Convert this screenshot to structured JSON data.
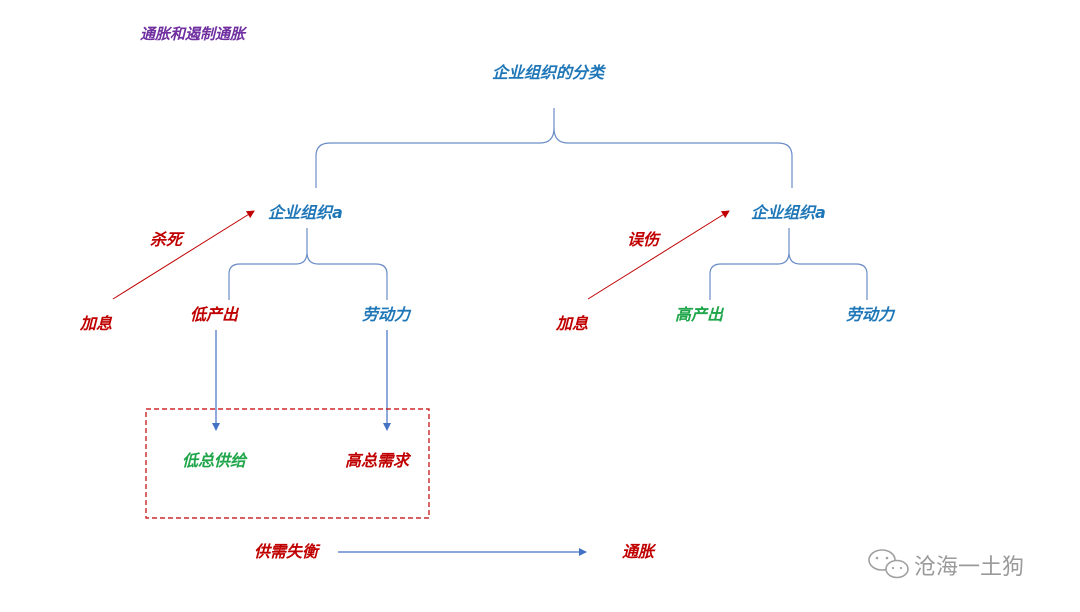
{
  "header": {
    "title": "通胀和遏制通胀"
  },
  "diagram": {
    "root": "企业组织的分类",
    "left": {
      "org": "企业组织a",
      "cause": "加息",
      "effect": "杀死",
      "branch_a": "低产出",
      "branch_b": "劳动力",
      "outcome_a": "低总供给",
      "outcome_b": "高总需求"
    },
    "right": {
      "org": "企业组织a",
      "cause": "加息",
      "effect": "误伤",
      "branch_a": "高产出",
      "branch_b": "劳动力"
    },
    "imbalance": "供需失衡",
    "result": "通胀"
  },
  "watermark": {
    "text": "沧海一土狗",
    "icon": "wechat-icon"
  },
  "colors": {
    "blue": "#1F77B8",
    "red": "#C00000",
    "green": "#1FA64A",
    "purple": "#7030A0",
    "connector": "#4472C4"
  }
}
